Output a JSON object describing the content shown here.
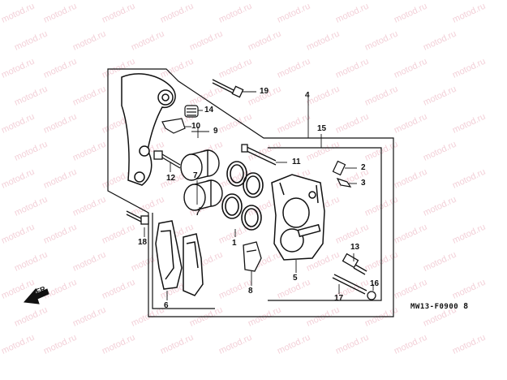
{
  "watermark_text": "motod.ru",
  "direction_label": "FR.",
  "diagram_code": "MW13-F0900",
  "diagram_code_suffix": "8",
  "callouts": {
    "c1": "1",
    "c2": "2",
    "c3": "3",
    "c4": "4",
    "c5": "5",
    "c6": "6",
    "c7a": "7",
    "c7b": "7",
    "c8": "8",
    "c9": "9",
    "c10": "10",
    "c11": "11",
    "c12": "12",
    "c13": "13",
    "c14": "14",
    "c15": "15",
    "c16": "16",
    "c17": "17",
    "c18": "18",
    "c19": "19"
  }
}
